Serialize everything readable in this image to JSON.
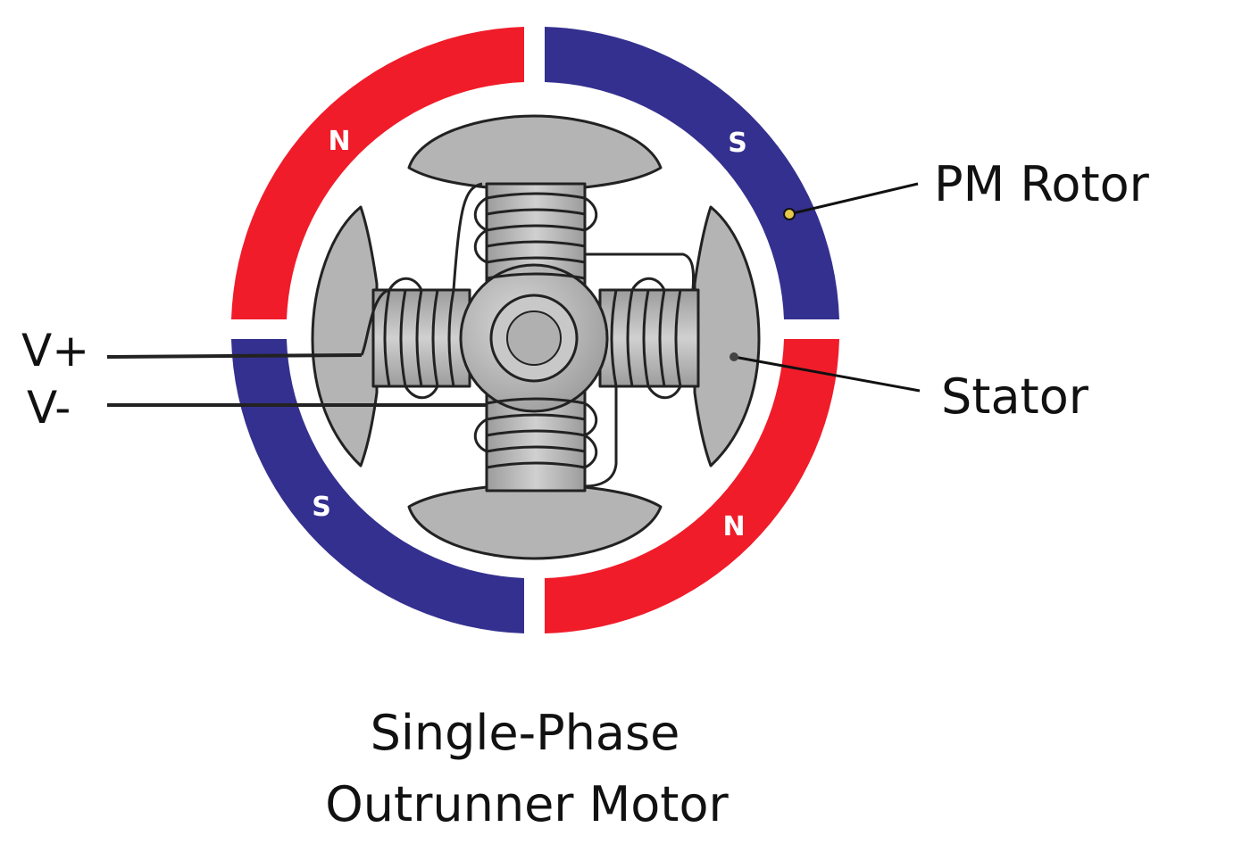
{
  "labels": {
    "pm_rotor": "PM Rotor",
    "stator": "Stator",
    "v_plus": "V+",
    "v_minus": "V-"
  },
  "poles": {
    "top_left": "N",
    "top_right": "S",
    "bottom_left": "S",
    "bottom_right": "N"
  },
  "caption": {
    "line1": "Single-Phase",
    "line2": "Outrunner Motor"
  },
  "colors": {
    "north_red": "#f01c2a",
    "south_blue": "#34308f",
    "stator_gray": "#b4b4b4",
    "outline": "#222222"
  }
}
